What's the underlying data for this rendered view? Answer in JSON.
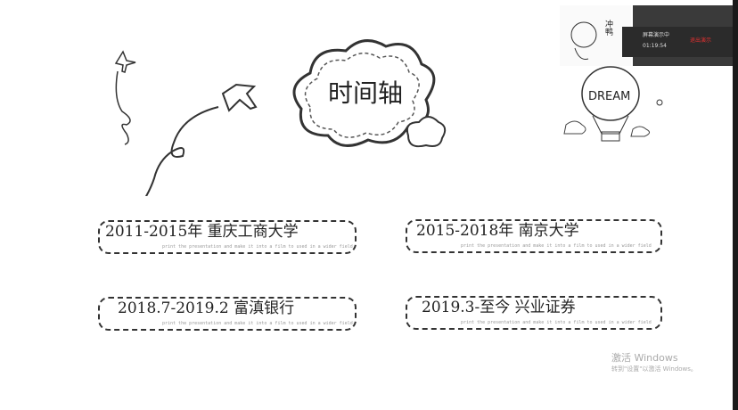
{
  "title": "时间轴",
  "cards": [
    {
      "text": "2011-2015年  重庆工商大学",
      "sub": "print the presentation and make it into a film to used in a wider field"
    },
    {
      "text": "2015-2018年   南京大学",
      "sub": "print the presentation and make it into a film to used in a wider field"
    },
    {
      "text": "2018.7-2019.2   富滇银行",
      "sub": "print the presentation and make it into a film to used in a wider field"
    },
    {
      "text": "2019.3-至今   兴业证券",
      "sub": "print the presentation and make it into a film to used in a wider field"
    }
  ],
  "balloon_text": "DREAM",
  "sticker_text": "冲鸭",
  "presenting": {
    "status": "屏幕演示中",
    "time": "01:19:54",
    "exit": "退出演示"
  },
  "activation": {
    "line1": "激活 Windows",
    "line2": "转到\"设置\"以激活 Windows。"
  }
}
